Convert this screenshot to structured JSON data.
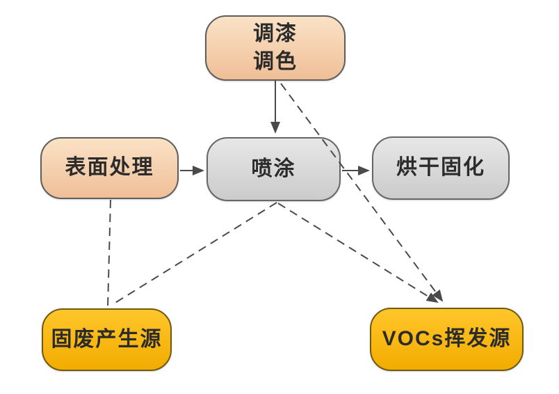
{
  "diagram": {
    "type": "flowchart",
    "description": "Painting process flow with pollution source annotations",
    "nodes": {
      "paint_mixing": {
        "label": "调漆\n调色"
      },
      "surface_treatment": {
        "label": "表面处理"
      },
      "spraying": {
        "label": "喷涂"
      },
      "drying_curing": {
        "label": "烘干固化"
      },
      "solid_waste_source": {
        "label": "固废产生源"
      },
      "vocs_source": {
        "label": "VOCs挥发源"
      }
    },
    "edges": [
      {
        "from": "paint_mixing",
        "to": "spraying",
        "style": "solid-arrow"
      },
      {
        "from": "surface_treatment",
        "to": "spraying",
        "style": "solid-arrow"
      },
      {
        "from": "spraying",
        "to": "drying_curing",
        "style": "solid-arrow"
      },
      {
        "from": "surface_treatment",
        "to": "solid_waste_source",
        "style": "dashed"
      },
      {
        "from": "spraying",
        "to": "solid_waste_source",
        "style": "dashed"
      },
      {
        "from": "spraying",
        "to": "vocs_source",
        "style": "dashed-arrow"
      },
      {
        "from": "paint_mixing",
        "to": "vocs_source",
        "style": "dashed-arrow"
      }
    ]
  },
  "colors": {
    "background": "#ffffff",
    "text": "#2b2b2b",
    "connector": "#4a4a4a",
    "paint_fill_top": "#fae2c6",
    "paint_fill_bottom": "#efbf97",
    "paint_border": "#5e5e5e",
    "process_fill_top": "#e7e7e7",
    "process_fill_bottom": "#cbcbcb",
    "process_border": "#666666",
    "source_fill_top": "#ffc62a",
    "source_fill_bottom": "#f2ac00",
    "source_border": "#6e5a12"
  }
}
